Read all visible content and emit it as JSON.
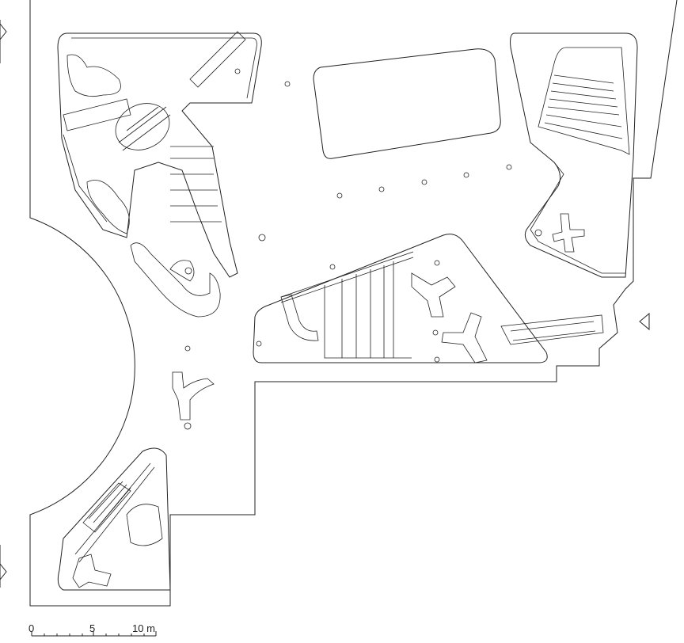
{
  "title": "Floor plan",
  "scale_bar": {
    "labels": [
      "0",
      "5",
      "10 m"
    ],
    "color": "#222222"
  }
}
